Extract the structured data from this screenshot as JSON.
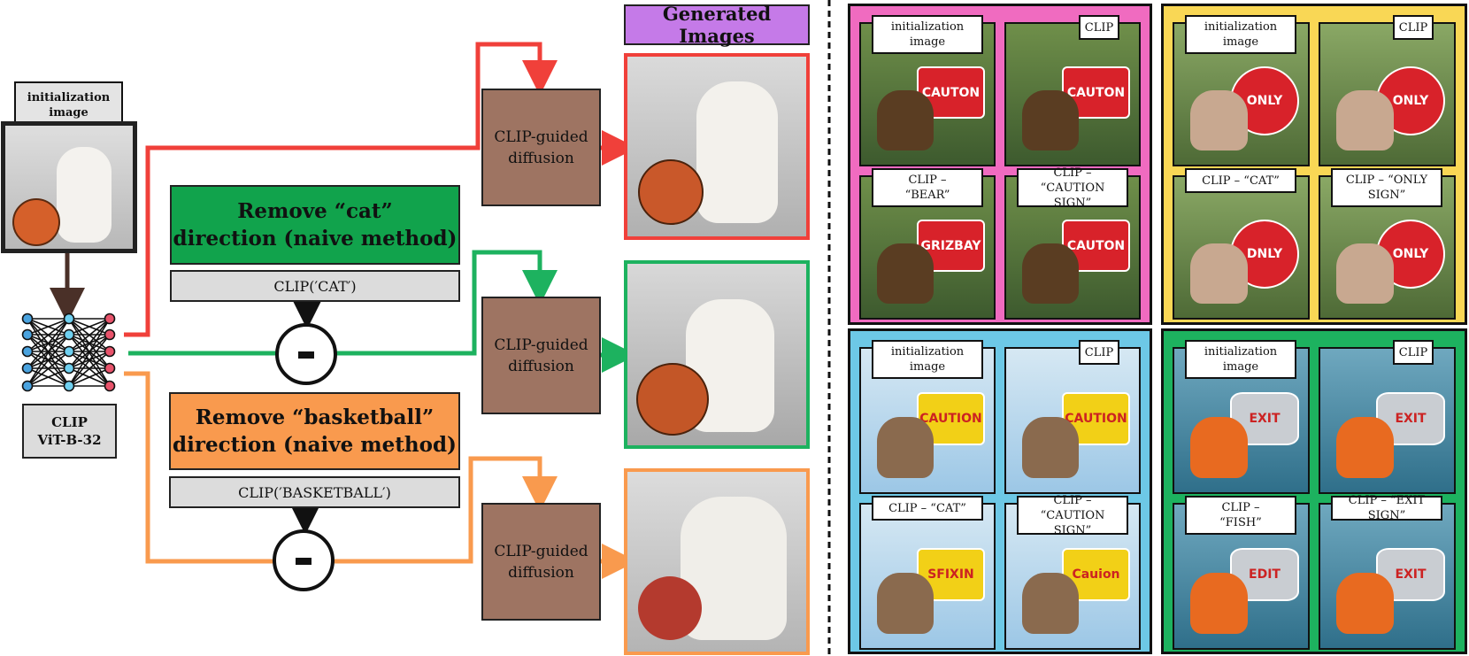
{
  "left": {
    "init_label": [
      "initialization",
      "image"
    ],
    "encoder_label": [
      "CLIP",
      "ViT-B-32"
    ],
    "remove_cat": [
      "Remove “cat”",
      "direction (naive method)"
    ],
    "remove_basketball": [
      "Remove “basketball”",
      "direction (naive method)"
    ],
    "clip_cat": "CLIP(′CAT′)",
    "clip_basketball": "CLIP(′BASKETBALL′)",
    "process_label": [
      "CLIP-guided",
      "diffusion"
    ],
    "generated_title": "Generated Images"
  },
  "right": {
    "panels": [
      {
        "color": "#f06bc0",
        "labels": [
          [
            "initialization",
            "image"
          ],
          [
            "CLIP"
          ],
          [
            "CLIP –",
            "“BEAR”"
          ],
          [
            "CLIP – “CAUTION",
            "SIGN”"
          ]
        ],
        "sign_texts": [
          "CAUTON",
          "CAUTON",
          "GRIZBAY",
          "CAUTON"
        ]
      },
      {
        "color": "#f9d755",
        "labels": [
          [
            "initialization",
            "image"
          ],
          [
            "CLIP"
          ],
          [
            "CLIP – “CAT”"
          ],
          [
            "CLIP – “ONLY",
            "SIGN”"
          ]
        ],
        "sign_texts": [
          "ONLY",
          "ONLY",
          "DNLY",
          "ONLY"
        ]
      },
      {
        "color": "#6dc8e6",
        "labels": [
          [
            "initialization",
            "image"
          ],
          [
            "CLIP"
          ],
          [
            "CLIP – “CAT”"
          ],
          [
            "CLIP – “CAUTION",
            "SIGN”"
          ]
        ],
        "sign_texts": [
          "CAUTION",
          "CAUTION",
          "SFIXIN",
          "Cauion"
        ]
      },
      {
        "color": "#1db25f",
        "labels": [
          [
            "initialization",
            "image"
          ],
          [
            "CLIP"
          ],
          [
            "CLIP –",
            "“FISH”"
          ],
          [
            "CLIP – “EXIT SIGN”"
          ]
        ],
        "sign_texts": [
          "EXIT",
          "EXIT",
          "EDIT",
          "EXIT"
        ]
      }
    ]
  },
  "colors": {
    "red": "#f0403a",
    "green": "#1db25f",
    "orange": "#f99a4e",
    "brown": "#9e7462",
    "remove_cat_fill": "#11a34c",
    "remove_bb_fill": "#f99a4e",
    "title_fill": "#c57ae8"
  }
}
